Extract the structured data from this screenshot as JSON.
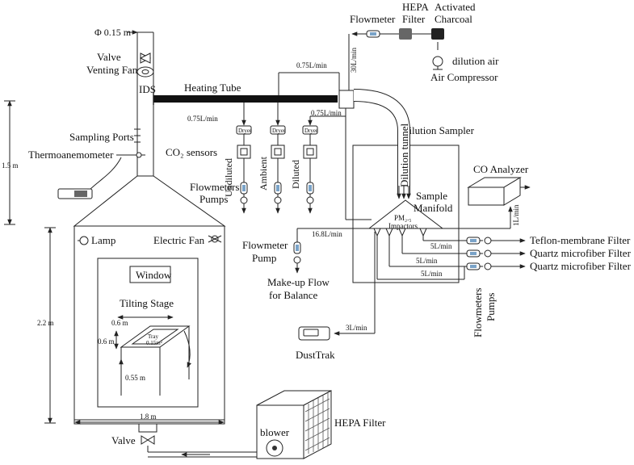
{
  "labels": {
    "stack_diameter": "Φ 0.15 m",
    "valve_top": "Valve",
    "venting_fan": "Venting Fan",
    "ids": "IDS",
    "heating_tube": "Heating Tube",
    "sampling_ports": "Sampling Ports",
    "thermoanemometer": "Thermoanemometer",
    "co2_sensors": "CO₂ sensors",
    "height_upper": "1.5 m",
    "height_lower": "2.2 m",
    "width_bottom": "1.8 m",
    "lamp": "Lamp",
    "electric_fan": "Electric Fan",
    "window": "Window",
    "tilting_stage": "Tilting Stage",
    "stage_width": "0.6 m",
    "stage_depth": "0.6 m",
    "stage_height": "0.55 m",
    "tray_line1": "Tray",
    "tray_line2": "0.15m²",
    "valve_bottom": "Valve",
    "blower": "blower",
    "hepa_filter_bottom": "HEPA Filter",
    "flowmeter_top": "Flowmeter",
    "hepa_top_1": "HEPA",
    "hepa_top_2": "Filter",
    "activated_1": "Activated",
    "activated_2": "Charcoal",
    "dilution_air": "dilution air",
    "air_compressor": "Air Compressor",
    "flow_30": "30L/min",
    "flow_075_a": "0.75L/min",
    "flow_075_b": "0.75L/min",
    "flow_075_c": "0.75L/min",
    "dryer": "Dryer",
    "undiluted": "Undiluted",
    "ambient": "Ambient",
    "diluted": "Diluted",
    "flowmeters_pumps_left": "Flowmeters",
    "pumps_left": "Pumps",
    "dilution_sampler": "Dilution Sampler",
    "dilution_tunnel": "Dilution tunnel",
    "sample": "Sample",
    "manifold": "Manifold",
    "pm25": "PM₂.₅",
    "impactors": "Impactors",
    "co_analyzer": "CO Analyzer",
    "flow_1": "1L/min",
    "flow_168": "16.8L/min",
    "flowmeter_pump_1": "Flowmeter",
    "flowmeter_pump_2": "Pump",
    "makeup_1": "Make-up Flow",
    "makeup_2": "for Balance",
    "flow_5a": "5L/min",
    "flow_5b": "5L/min",
    "flow_5c": "5L/min",
    "teflon": "Teflon-membrane Filter",
    "quartz1": "Quartz microfiber Filter",
    "quartz2": "Quartz microfiber Filter",
    "flowmeters_right": "Flowmeters",
    "pumps_right": "Pumps",
    "flow_3": "3L/min",
    "dusttrak": "DustTrak"
  }
}
